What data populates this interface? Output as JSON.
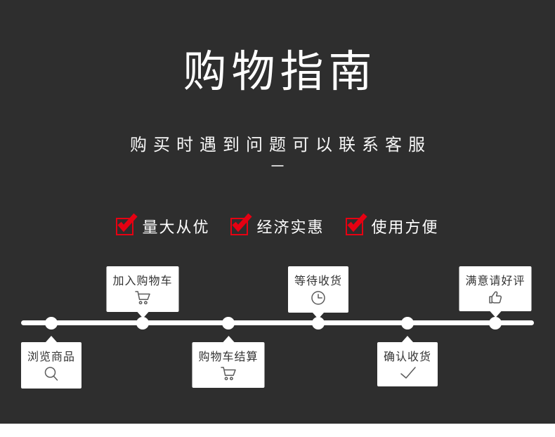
{
  "page": {
    "background_color": "#2e2e2e",
    "accent_red": "#e60012",
    "line_color": "#ffffff"
  },
  "header": {
    "title": "购物指南",
    "subtitle": "购买时遇到问题可以联系客服"
  },
  "features": [
    {
      "label": "量大从优",
      "icon": "checked-checkbox-icon"
    },
    {
      "label": "经济实惠",
      "icon": "checked-checkbox-icon"
    },
    {
      "label": "使用方便",
      "icon": "checked-checkbox-icon"
    }
  ],
  "timeline": {
    "steps": [
      {
        "label": "浏览商品",
        "icon": "search-icon",
        "position": "below"
      },
      {
        "label": "加入购物车",
        "icon": "cart-icon",
        "position": "above"
      },
      {
        "label": "购物车结算",
        "icon": "cart-icon",
        "position": "below"
      },
      {
        "label": "等待收货",
        "icon": "clock-icon",
        "position": "above"
      },
      {
        "label": "确认收货",
        "icon": "check-icon",
        "position": "below"
      },
      {
        "label": "满意请好评",
        "icon": "thumbs-up-icon",
        "position": "above"
      }
    ]
  }
}
